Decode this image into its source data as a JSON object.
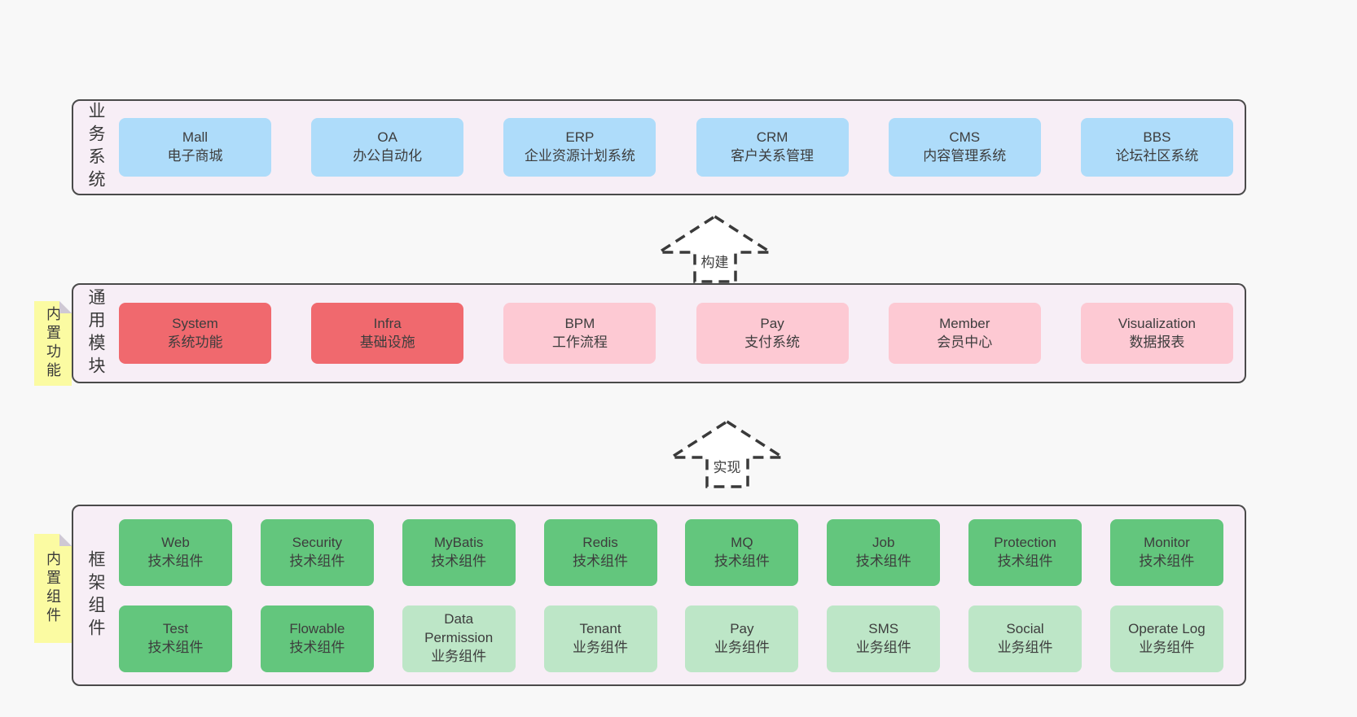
{
  "colors": {
    "page_bg": "#f8f8f8",
    "panel_bg": "#f7eef6",
    "panel_border": "#4a4a4a",
    "blue": "#aedcfa",
    "red": "#f0696e",
    "pink": "#fdc9d3",
    "green": "#63c67d",
    "light_green": "#bde6c7",
    "sticky_yellow": "#fbfba2",
    "sticky_fold": "#cfc9d4",
    "text": "#3d3d3d"
  },
  "arrows": {
    "build": "构建",
    "implement": "实现"
  },
  "layers": {
    "business": {
      "label": "业务系统",
      "boxes": [
        {
          "en": "Mall",
          "zh": "电子商城"
        },
        {
          "en": "OA",
          "zh": "办公自动化"
        },
        {
          "en": "ERP",
          "zh": "企业资源计划系统"
        },
        {
          "en": "CRM",
          "zh": "客户关系管理"
        },
        {
          "en": "CMS",
          "zh": "内容管理系统"
        },
        {
          "en": "BBS",
          "zh": "论坛社区系统"
        }
      ]
    },
    "modules": {
      "label": "通用模块",
      "sticky": "内置功能",
      "boxes": [
        {
          "en": "System",
          "zh": "系统功能"
        },
        {
          "en": "Infra",
          "zh": "基础设施"
        },
        {
          "en": "BPM",
          "zh": "工作流程"
        },
        {
          "en": "Pay",
          "zh": "支付系统"
        },
        {
          "en": "Member",
          "zh": "会员中心"
        },
        {
          "en": "Visualization",
          "zh": "数据报表"
        }
      ]
    },
    "framework": {
      "label": "框架组件",
      "sticky": "内置组件",
      "row1": [
        {
          "en": "Web",
          "zh": "技术组件"
        },
        {
          "en": "Security",
          "zh": "技术组件"
        },
        {
          "en": "MyBatis",
          "zh": "技术组件"
        },
        {
          "en": "Redis",
          "zh": "技术组件"
        },
        {
          "en": "MQ",
          "zh": "技术组件"
        },
        {
          "en": "Job",
          "zh": "技术组件"
        },
        {
          "en": "Protection",
          "zh": "技术组件"
        },
        {
          "en": "Monitor",
          "zh": "技术组件"
        }
      ],
      "row2": [
        {
          "en": "Test",
          "zh": "技术组件"
        },
        {
          "en": "Flowable",
          "zh": "技术组件"
        },
        {
          "en": "Data Permission",
          "zh": "业务组件"
        },
        {
          "en": "Tenant",
          "zh": "业务组件"
        },
        {
          "en": "Pay",
          "zh": "业务组件"
        },
        {
          "en": "SMS",
          "zh": "业务组件"
        },
        {
          "en": "Social",
          "zh": "业务组件"
        },
        {
          "en": "Operate Log",
          "zh": "业务组件"
        }
      ]
    }
  }
}
